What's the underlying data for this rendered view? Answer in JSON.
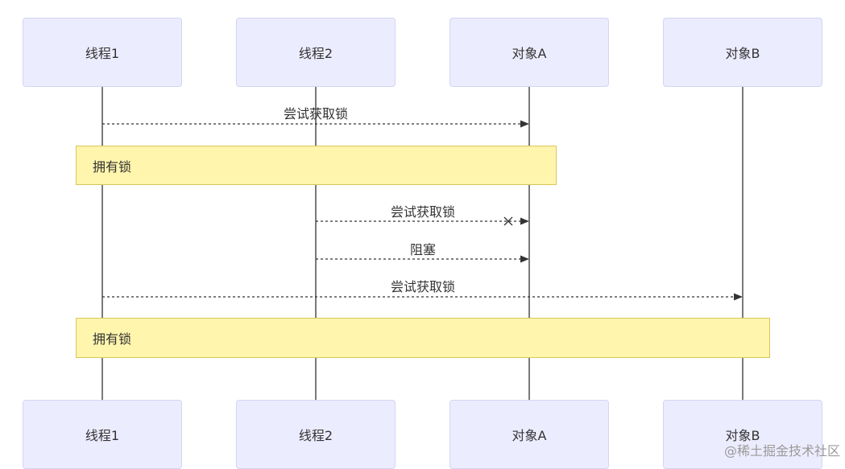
{
  "actors": [
    {
      "id": "t1",
      "label": "线程1"
    },
    {
      "id": "t2",
      "label": "线程2"
    },
    {
      "id": "oa",
      "label": "对象A"
    },
    {
      "id": "ob",
      "label": "对象B"
    }
  ],
  "messages": [
    {
      "from": "t1",
      "to": "oa",
      "label": "尝试获取锁",
      "style": "dashed-arrow",
      "failed": false
    },
    {
      "from": "t2",
      "to": "oa",
      "label": "尝试获取锁",
      "style": "dashed-cross",
      "failed": true
    },
    {
      "from": "t2",
      "to": "oa",
      "label": "阻塞",
      "style": "dashed-arrow",
      "failed": false
    },
    {
      "from": "t1",
      "to": "ob",
      "label": "尝试获取锁",
      "style": "dashed-arrow",
      "failed": false
    }
  ],
  "notes": [
    {
      "label": "拥有锁",
      "over": [
        "t1",
        "oa"
      ]
    },
    {
      "label": "拥有锁",
      "over": [
        "t1",
        "ob"
      ]
    }
  ],
  "colors": {
    "actor_fill": "#ececff",
    "actor_border": "#d4d4f2",
    "note_fill": "#fff5ad",
    "note_border": "#d9c75a",
    "line": "#333333"
  },
  "watermark": "@稀土掘金技术社区"
}
